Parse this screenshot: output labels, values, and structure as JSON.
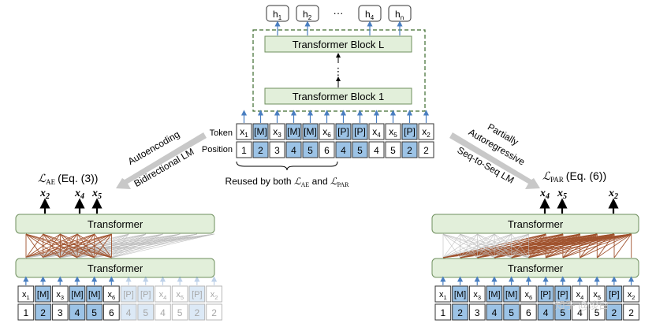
{
  "top": {
    "outputs": [
      "h",
      "h",
      "h",
      "h"
    ],
    "output_subs": [
      "1",
      "2",
      "4",
      "n"
    ],
    "dots": "···",
    "block_top": "Transformer Block L",
    "block_bottom": "Transformer Block 1",
    "vdots": "⋮"
  },
  "center": {
    "token_label": "Token",
    "position_label": "Position",
    "tokens": [
      {
        "t": "x",
        "sub": "1",
        "masked": false
      },
      {
        "t": "[M]",
        "sub": "",
        "masked": true
      },
      {
        "t": "x",
        "sub": "3",
        "masked": false
      },
      {
        "t": "[M]",
        "sub": "",
        "masked": true
      },
      {
        "t": "[M]",
        "sub": "",
        "masked": true
      },
      {
        "t": "x",
        "sub": "6",
        "masked": false
      },
      {
        "t": "[P]",
        "sub": "",
        "masked": true
      },
      {
        "t": "[P]",
        "sub": "",
        "masked": true
      },
      {
        "t": "x",
        "sub": "4",
        "masked": false
      },
      {
        "t": "x",
        "sub": "5",
        "masked": false
      },
      {
        "t": "[P]",
        "sub": "",
        "masked": true
      },
      {
        "t": "x",
        "sub": "2",
        "masked": false
      }
    ],
    "positions": [
      {
        "v": "1",
        "hi": false
      },
      {
        "v": "2",
        "hi": true
      },
      {
        "v": "3",
        "hi": false
      },
      {
        "v": "4",
        "hi": true
      },
      {
        "v": "5",
        "hi": true
      },
      {
        "v": "6",
        "hi": false
      },
      {
        "v": "4",
        "hi": true
      },
      {
        "v": "5",
        "hi": true
      },
      {
        "v": "4",
        "hi": false
      },
      {
        "v": "5",
        "hi": false
      },
      {
        "v": "2",
        "hi": true
      },
      {
        "v": "2",
        "hi": false
      }
    ],
    "reused_text": "Reused by both",
    "reused_l1": "ℒ",
    "reused_sub1": "AE",
    "reused_and": "and",
    "reused_l2": "ℒ",
    "reused_sub2": "PAR"
  },
  "left": {
    "arrow_line1": "Autoencoding",
    "arrow_line2": "Bidirectional LM",
    "loss": "ℒ",
    "loss_sub": "AE",
    "loss_eq": "(Eq. (3))",
    "outputs": [
      {
        "t": "x",
        "sub": "2"
      },
      {
        "t": "x",
        "sub": "4"
      },
      {
        "t": "x",
        "sub": "5"
      }
    ],
    "upper_block": "Transformer",
    "lower_block": "Transformer"
  },
  "right": {
    "arrow_line1": "Partially",
    "arrow_line2": "Autoregressive",
    "arrow_line3": "Seq-to-Seq LM",
    "loss": "ℒ",
    "loss_sub": "PAR",
    "loss_eq": "(Eq. (6))",
    "outputs": [
      {
        "t": "x",
        "sub": "4"
      },
      {
        "t": "x",
        "sub": "5"
      },
      {
        "t": "x",
        "sub": "2"
      }
    ],
    "upper_block": "Transformer",
    "lower_block": "Transformer"
  },
  "watermark": "知乎 @淡白",
  "colors": {
    "blue_fill": "#9cc3e6",
    "block_fill": "#e2efda",
    "block_stroke": "#6f8f5e",
    "arrow_blue": "#4a7fc1",
    "brown": "#a0522d",
    "gray_arrow": "#c8c8c8",
    "dash": "#3d6b2e"
  }
}
